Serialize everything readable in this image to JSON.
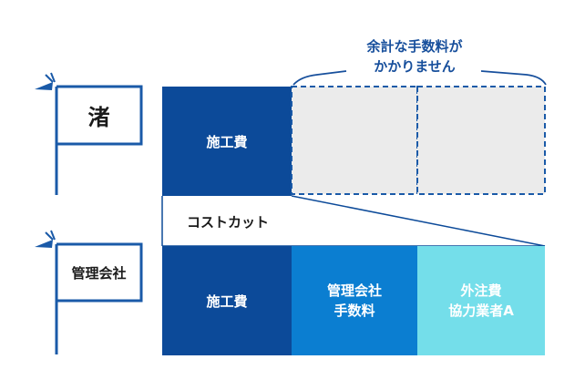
{
  "colors": {
    "navy": "#0c4a99",
    "flag_blue": "#1a5aa8",
    "mid_blue": "#0b7ed1",
    "light_cyan": "#74deea",
    "placeholder_gray": "#ebebeb",
    "callout_blue": "#174f9c",
    "dark_text": "#1a1a1a"
  },
  "top_option": {
    "flag_label": "渚",
    "construction_label": "施工費",
    "callout": "余計な手数料が\nかかりません"
  },
  "cost_cut_label": "コストカット",
  "bottom_option": {
    "flag_label": "管理会社",
    "construction_label": "施工費",
    "management_fee_label": "管理会社\n手数料",
    "subcontract_label": "外注費\n協力業者A"
  }
}
